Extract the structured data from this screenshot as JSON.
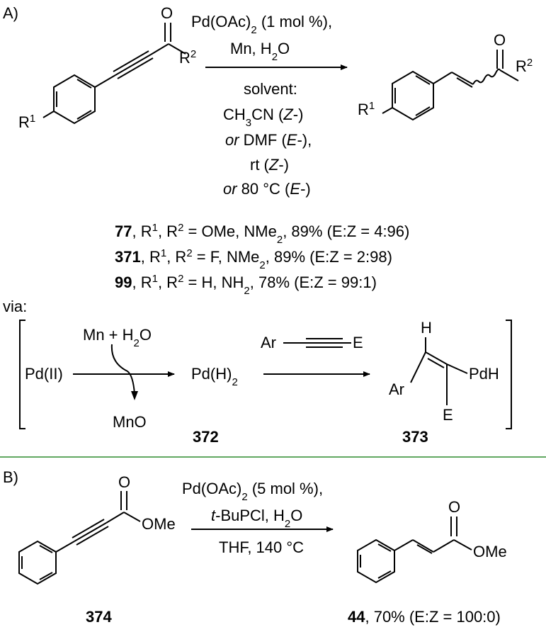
{
  "part_a": {
    "label": "A)",
    "reactant_atoms": {
      "o": "O",
      "r2_base": "R",
      "r2_sup": "2",
      "r1_base": "R",
      "r1_sup": "1"
    },
    "conditions": {
      "line1_pre": "Pd(OAc)",
      "line1_sub": "2",
      "line1_post": " (1 mol %),",
      "line2_pre": "Mn, H",
      "line2_sub": "2",
      "line2_post": "O",
      "line3": "solvent:",
      "line4_ch": "CH",
      "line4_sub": "3",
      "line4_cn": "CN (",
      "line4_z": "Z",
      "line4_end": "-)",
      "line5_or": "or",
      "line5_dmf": " DMF (",
      "line5_e": "E",
      "line5_end": "-),",
      "line6_rt": "rt (",
      "line6_z": "Z",
      "line6_end": "-)",
      "line7_or": "or",
      "line7_temp": " 80 °C (",
      "line7_e": "E",
      "line7_end": "-)"
    },
    "product_atoms": {
      "o": "O",
      "r2_base": "R",
      "r2_sup": "2",
      "r1_base": "R",
      "r1_sup": "1"
    },
    "results": [
      {
        "compound": "77",
        "r1": ", R",
        "r1_sup": "1",
        "r2": ", R",
        "r2_sup": "2",
        "subs_pre": " = OMe, NMe",
        "subs_sub": "2",
        "subs_post": ", ",
        "yield": "89%",
        "ratio": " (E:Z = 4:96)"
      },
      {
        "compound": "371",
        "r1": ", R",
        "r1_sup": "1",
        "r2": ", R",
        "r2_sup": "2",
        "subs_pre": " = F, NMe",
        "subs_sub": "2",
        "subs_post": ", ",
        "yield": "89%",
        "ratio": " (E:Z = 2:98)"
      },
      {
        "compound": "99",
        "r1": ", R",
        "r1_sup": "1",
        "r2": ", R",
        "r2_sup": "2",
        "subs_pre": " = H, NH",
        "subs_sub": "2",
        "subs_post": ", ",
        "yield": "78%",
        "ratio": " (E:Z = 99:1)"
      }
    ],
    "via": "via:",
    "mechanism": {
      "pd_start": "Pd(II)",
      "mn_h2o_pre": "Mn + H",
      "mn_h2o_sub": "2",
      "mn_h2o_post": "O",
      "mno": "MnO",
      "pd_h2_pre": "Pd(H)",
      "pd_h2_sub": "2",
      "alkyne_ar": "Ar",
      "alkyne_e": "E",
      "int_h": "H",
      "int_ar": "Ar",
      "int_pdh": "PdH",
      "int_e": "E",
      "cmpd_372": "372",
      "cmpd_373": "373"
    }
  },
  "part_b": {
    "label": "B)",
    "reactant_atoms": {
      "o": "O",
      "ome": "OMe"
    },
    "conditions": {
      "line1_pre": "Pd(OAc)",
      "line1_sub": "2",
      "line1_post": " (5 mol %),",
      "line2_tbu": "t",
      "line2_pcl": "-BuPCl, H",
      "line2_sub": "2",
      "line2_post": "O",
      "line3": "THF, 140 °C"
    },
    "product_atoms": {
      "o": "O",
      "ome": "OMe"
    },
    "reactant_number": "374",
    "product_number": "44",
    "product_yield": ", 70% (E:Z = 100:0)"
  },
  "colors": {
    "divider": "#2e8b2e",
    "ink": "#000000"
  }
}
